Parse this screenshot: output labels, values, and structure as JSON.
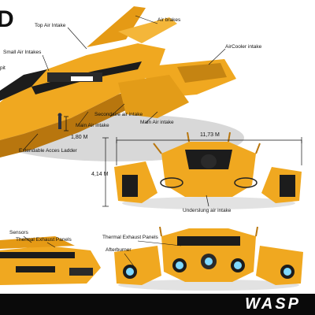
{
  "labels": {
    "air_brakes": "Air brakes",
    "top_air_intake": "Top Air Intake",
    "small_air_intakes": "Small Air Intakes",
    "cockpit": "pit",
    "aircooler_intake": "AirCooler intake",
    "secondaire_air_intake": "Secondaire air intake",
    "main_air_intake_left": "Main Air intake",
    "main_air_intake_right": "Main Air intake",
    "extendable_ladder": "Extendable Acces Ladder",
    "undersling_air_intake": "Underslung air intake",
    "sensors": "Sensors",
    "thermal_exhaust_left": "Thermal Exhaust Panels",
    "thermal_exhaust_right": "Thermal Exhaust Panels",
    "afterburner": "Afterburner"
  },
  "dimensions": {
    "width": "11,73 M",
    "height": "4,14 M",
    "figure_height": "1,80 M"
  },
  "brand": {
    "logo": "WASP",
    "corner_glyph": "D"
  },
  "colors": {
    "hull": "#f0a820",
    "hull_shadow": "#b8760e",
    "dark": "#1c1c1c",
    "engine_glow": "#7fd9ff",
    "footer": "#0a0a0a"
  }
}
